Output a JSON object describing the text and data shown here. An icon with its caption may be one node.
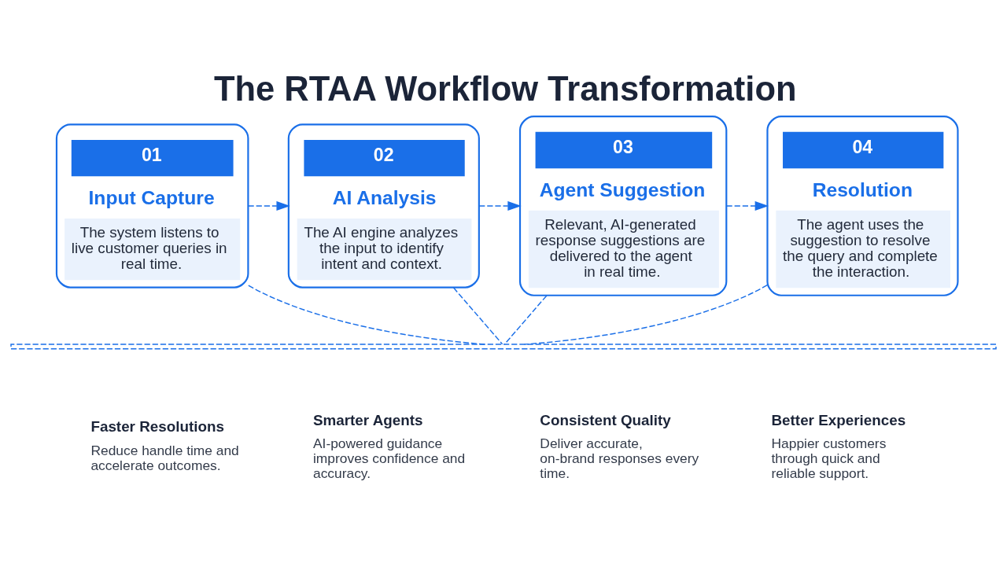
{
  "diagram": {
    "title": "The RTAA Workflow Transformation",
    "nodes": [
      {
        "text": [
          "01",
          "Input Capture",
          "The system listens to live customer queries in real time."
        ]
      },
      {
        "text": [
          "02",
          "AI Analysis",
          "The AI engine analyzes the input to identify intent and context."
        ]
      },
      {
        "text": [
          "03",
          "Agent Suggestion",
          "Relevant, AI-generated response suggestions are delivered to the agent in real time."
        ]
      },
      {
        "text": [
          "04",
          "Resolution",
          "The agent uses the suggestion to resolve the query and complete the interaction."
        ]
      },
      {
        "text": [],
        "shape": "bar"
      },
      {
        "text": [
          "Faster Resolutions",
          "Reduce handle time and accelerate outcomes."
        ]
      },
      {
        "text": [
          "Smarter Agents",
          "AI-powered guidance improves confidence and accuracy."
        ]
      },
      {
        "text": [
          "Consistent Quality",
          "Deliver accurate, on-brand responses every time."
        ]
      },
      {
        "text": [
          "Better Experiences",
          "Happier customers through quick and reliable support."
        ]
      }
    ],
    "edges": [
      {
        "from": 0,
        "to": 1,
        "arrow": "to",
        "style": "dashed"
      },
      {
        "from": 1,
        "to": 2,
        "arrow": "to",
        "style": "dashed"
      },
      {
        "from": 2,
        "to": 3,
        "arrow": "to",
        "style": "dashed"
      },
      {
        "from": 0,
        "to": 4,
        "arrow": "none",
        "style": "dashed"
      },
      {
        "from": 1,
        "to": 4,
        "arrow": "none",
        "style": "dashed"
      },
      {
        "from": 2,
        "to": 4,
        "arrow": "none",
        "style": "dashed"
      },
      {
        "from": 3,
        "to": 4,
        "arrow": "none",
        "style": "dashed"
      }
    ]
  }
}
